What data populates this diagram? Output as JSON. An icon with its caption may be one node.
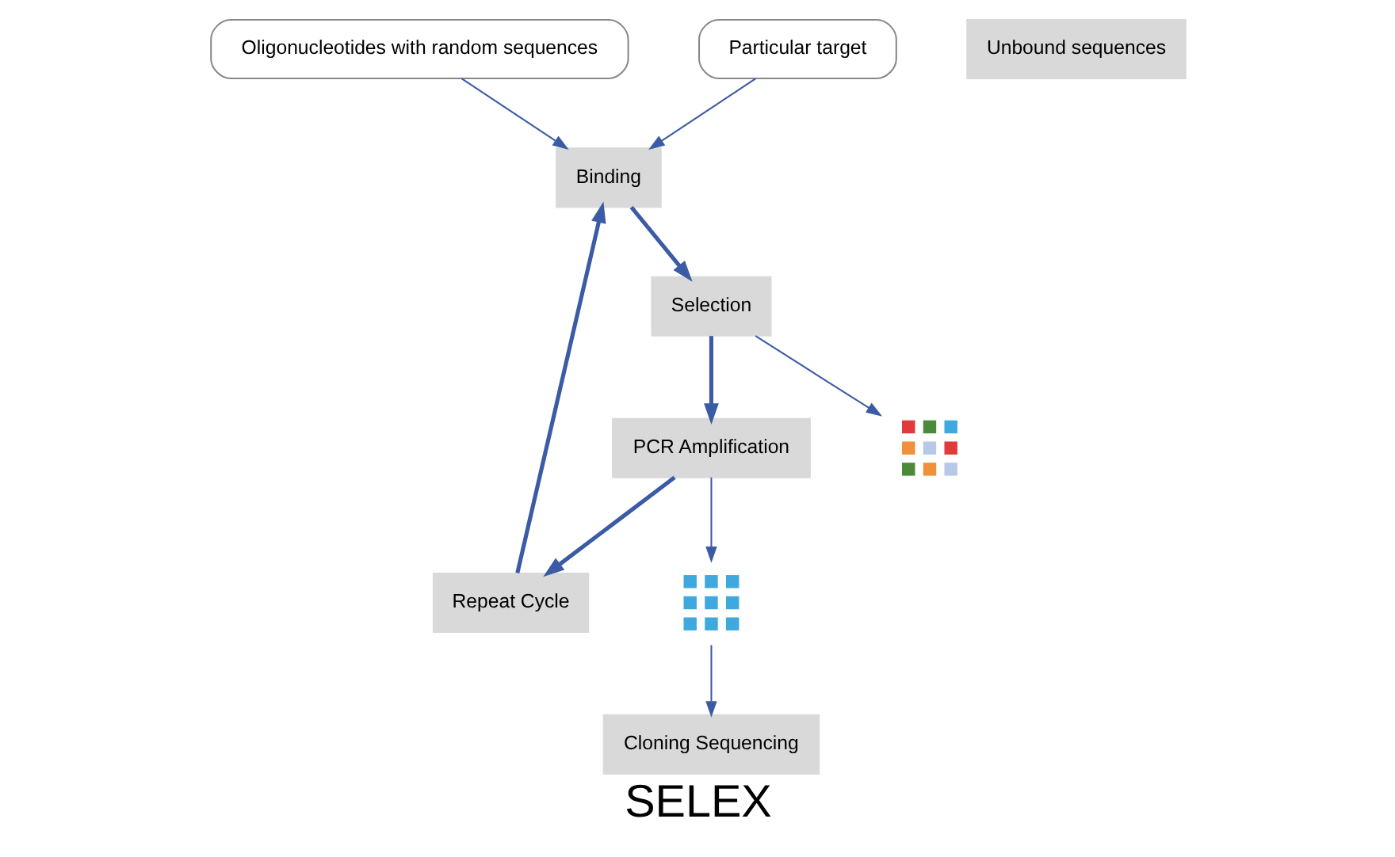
{
  "diagram": {
    "title": "SELEX",
    "nodes": [
      {
        "text": [
          "Oligonucleotides with random sequences"
        ]
      },
      {
        "text": [
          "Particular target"
        ]
      },
      {
        "text": [
          "Cloning Sequencing"
        ]
      },
      {
        "text": [
          "Repeat Cycle"
        ]
      },
      {
        "text": [
          "Binding"
        ]
      },
      {
        "text": [],
        "shape": "picture"
      },
      {
        "text": [
          "Selection"
        ]
      },
      {
        "text": [
          "PCR Amplification"
        ]
      },
      {
        "text": [],
        "shape": "picture"
      },
      {
        "text": [
          "Unbound sequences"
        ]
      }
    ],
    "edges": [
      {
        "from": 0,
        "to": 4,
        "arrow": "to"
      },
      {
        "from": 1,
        "to": 4,
        "arrow": "to"
      },
      {
        "from": 3,
        "to": 4,
        "arrow": "to",
        "style": "thick"
      },
      {
        "from": 4,
        "to": 6,
        "arrow": "to",
        "style": "thick"
      },
      {
        "from": 6,
        "to": 8,
        "arrow": "to"
      },
      {
        "from": 6,
        "to": 7,
        "arrow": "to",
        "style": "thick"
      },
      {
        "from": 7,
        "to": 3,
        "arrow": "to",
        "style": "thick"
      },
      {
        "from": 7,
        "to": 5,
        "arrow": "to"
      },
      {
        "from": 5,
        "to": 2,
        "arrow": "to"
      }
    ]
  }
}
